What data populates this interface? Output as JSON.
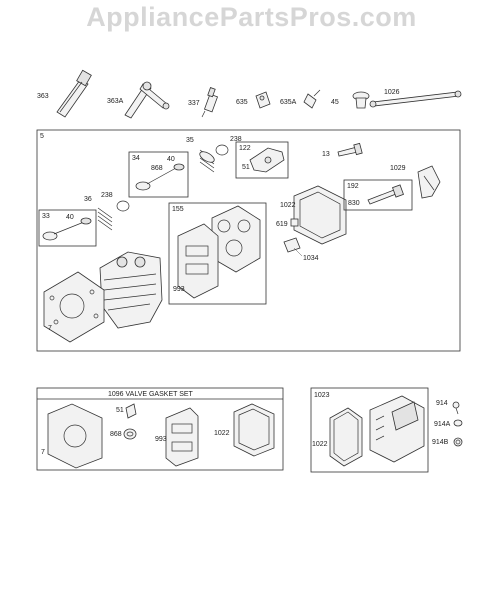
{
  "brand": "AppliancePartsPros.com",
  "labels": {
    "p363": "363",
    "p363a": "363A",
    "p337": "337",
    "p635": "635",
    "p635a": "635A",
    "p45": "45",
    "p1026": "1026",
    "p5": "5",
    "p35": "35",
    "p238a": "238",
    "p122": "122",
    "p13": "13",
    "p34": "34",
    "p40a": "40",
    "p868a": "868",
    "p51a": "51",
    "p1029": "1029",
    "p36": "36",
    "p238b": "238",
    "p1022a": "1022",
    "p192": "192",
    "p830": "830",
    "p33": "33",
    "p40b": "40",
    "p155": "155",
    "p619": "619",
    "p1034": "1034",
    "p993a": "993",
    "p7a": "7",
    "gasket_title": "1096 VALVE GASKET SET",
    "p51b": "51",
    "p868b": "868",
    "p993b": "993",
    "p1022b": "1022",
    "p7b": "7",
    "p1023": "1023",
    "p1022c": "1022",
    "p914": "914",
    "p914a": "914A",
    "p914b": "914B"
  },
  "colors": {
    "brand": "#d6d6d6",
    "line": "#333333"
  }
}
